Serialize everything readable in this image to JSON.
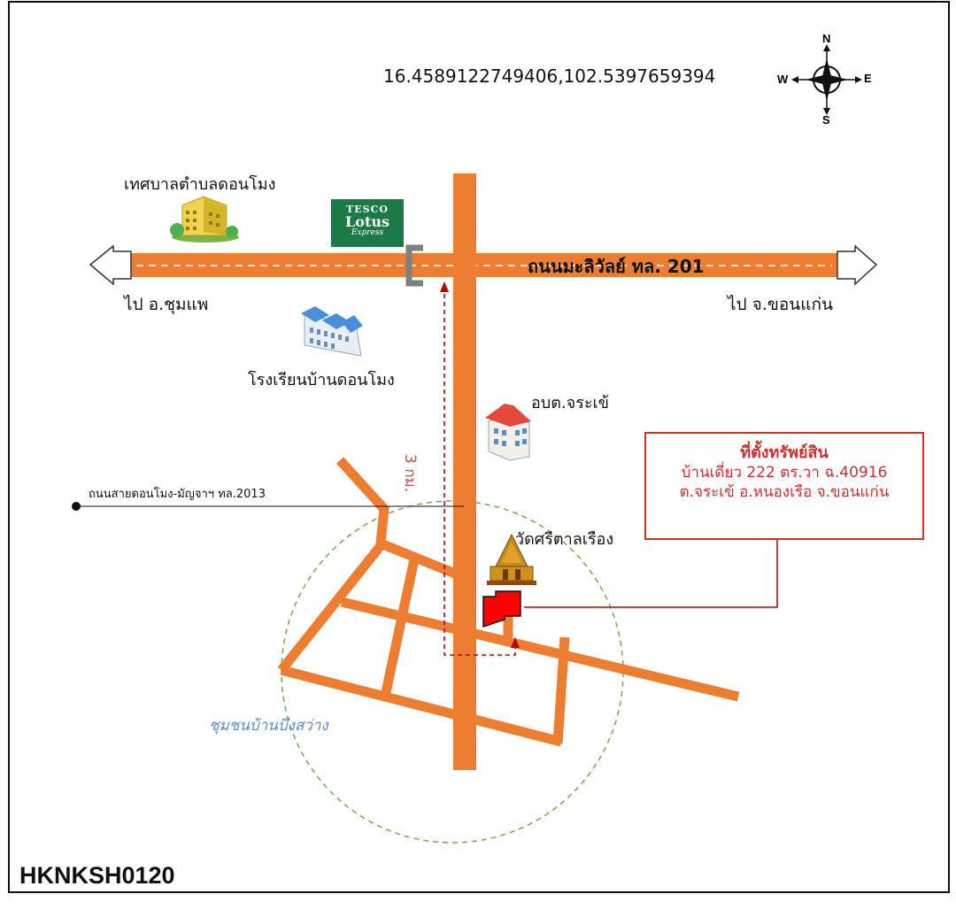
{
  "coordinates": "16.4589122749406,102.5397659394",
  "compass": {
    "n": "N",
    "s": "S",
    "e": "E",
    "w": "W"
  },
  "roads": {
    "main_label": "ถนนมะลิวัลย์ ทล. 201",
    "to_west": "ไป อ.ชุมแพ",
    "to_east": "ไป จ.ขอนแก่น",
    "secondary_label": "ถนนสายดอนโมง-มัญจาฯ ทล.2013"
  },
  "landmarks": {
    "municipality": "เทศบาลตำบลดอนโมง",
    "school": "โรงเรียนบ้านดอนโมง",
    "sao": "อบต.จระเข้",
    "temple": "วัดศรีตาลเรือง",
    "community": "ชุมชนบ้านบึงสว่าง"
  },
  "tesco": {
    "line1": "TESCO",
    "line2": "Lotus",
    "line3": "Express"
  },
  "distance": "3 กม.",
  "property": {
    "title": "ที่ตั้งทรัพย์สิน",
    "line2": "บ้านเดี่ยว  222 ตร.วา ฉ.40916",
    "line3": "ต.จระเข้ อ.หนองเรือ จ.ขอนแก่น"
  },
  "code": "HKNKSH0120",
  "colors": {
    "road": "#ed7d31",
    "route": "#c00000",
    "community_circle": "#70ad47",
    "property": "#ff0000"
  }
}
